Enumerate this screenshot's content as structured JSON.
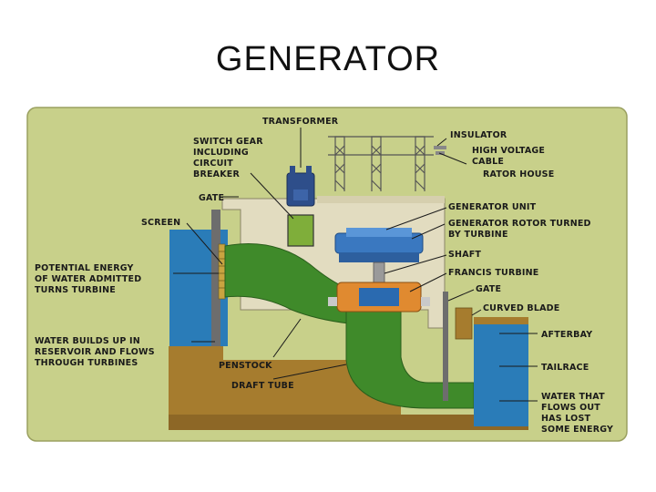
{
  "title": "GENERATOR",
  "labels": {
    "transformer": "TRANSFORMER",
    "switch_gear": [
      "SWITCH GEAR",
      "INCLUDING",
      "CIRCUIT",
      "BREAKER"
    ],
    "insulator": "INSULATOR",
    "high_voltage_cable": [
      "HIGH VOLTAGE",
      "CABLE"
    ],
    "rator_house": "RATOR HOUSE",
    "gate_top": "GATE",
    "generator_unit": "GENERATOR UNIT",
    "screen": "SCREEN",
    "generator_rotor": [
      "GENERATOR  ROTOR TURNED",
      "BY TURBINE"
    ],
    "shaft": "SHAFT",
    "potential_energy": [
      "POTENTIAL ENERGY",
      "OF WATER ADMITTED",
      "TURNS TURBINE"
    ],
    "francis_turbine": "FRANCIS TURBINE",
    "gate_right": "GATE",
    "curved_blade": "CURVED BLADE",
    "water_builds": [
      "WATER BUILDS UP IN",
      "RESERVOIR AND FLOWS",
      "THROUGH TURBINES"
    ],
    "afterbay": "AFTERBAY",
    "penstock": "PENSTOCK",
    "tailrace": "TAILRACE",
    "draft_tube": "DRAFT TUBE",
    "water_out": [
      "WATER THAT",
      "FLOWS OUT",
      "HAS LOST",
      "SOME ENERGY"
    ]
  },
  "colors": {
    "panel": "#c8d08a",
    "water": "#2a7cb8",
    "pipe": "#3f8a2a",
    "earth": "#a67c2e",
    "concrete": "#e2dcc0",
    "rotor": "#3a78c0",
    "turbine": "#e08a30"
  }
}
